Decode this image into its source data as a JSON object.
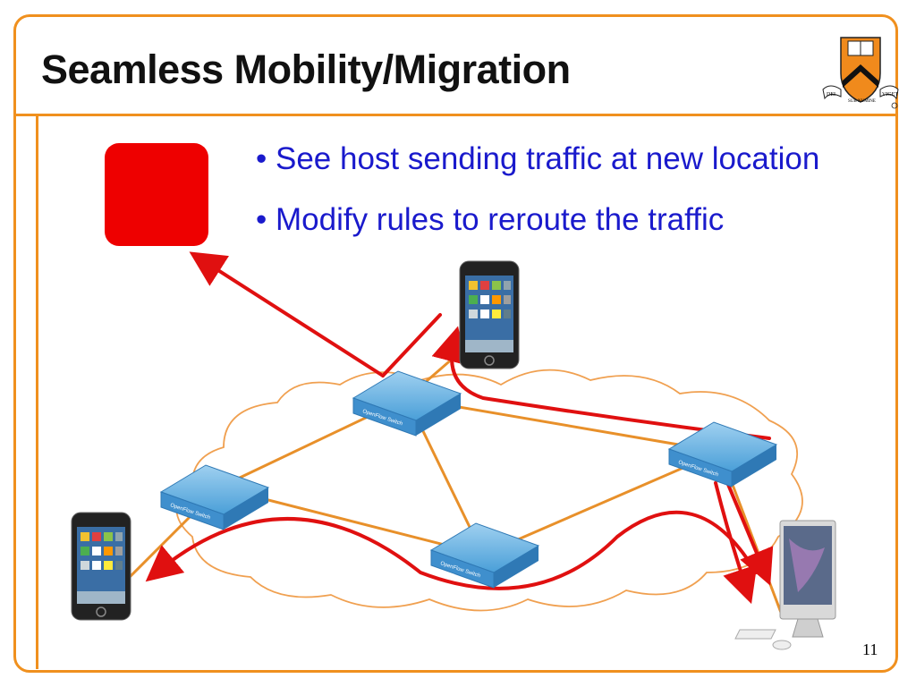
{
  "slide": {
    "title": "Seamless Mobility/Migration",
    "page_number": "11"
  },
  "bullets": [
    {
      "text": "• See host sending traffic at new location"
    },
    {
      "text": "• Modify rules to reroute the traffic"
    }
  ],
  "logo": {
    "motto_left": "DEI",
    "motto_mid": "SUB NUMINE",
    "motto_right": "VIGET"
  },
  "switches": {
    "label": "OpenFlow Switch"
  },
  "colors": {
    "border": "#f0901e",
    "bullet_text": "#1a1acc",
    "red_box": "#ee0000",
    "arrow": "#e01010",
    "cloud": "#f0a050",
    "switch": "#4a9fd8"
  }
}
